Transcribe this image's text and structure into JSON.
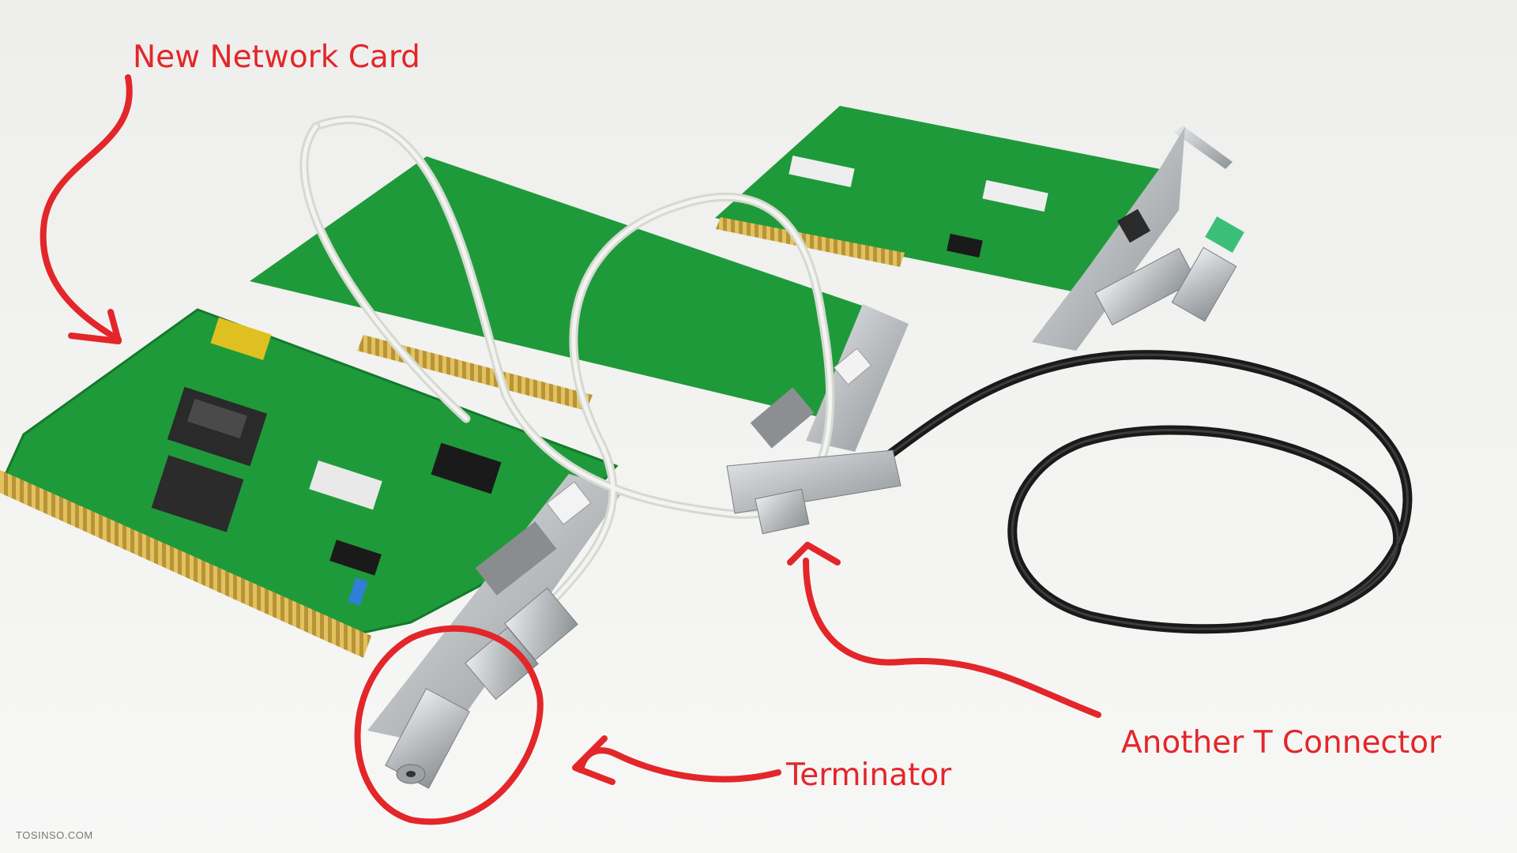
{
  "annotations": {
    "new_network_card": "New Network Card",
    "terminator": "Terminator",
    "another_t_connector": "Another T Connector"
  },
  "watermark": "TOSINSO.COM",
  "colors": {
    "annotation": "#e3262a",
    "pcb_green": "#1f9a3a",
    "pcb_green_dark": "#137a2b",
    "gold_contacts": "#c9a43e",
    "bracket_metal": "#c9ccce",
    "white_cable": "#e9ebe5",
    "black_cable": "#1a1a1a",
    "connector_metal": "#b8bcbf",
    "background": "#f2f2f0",
    "watermark": "#777777"
  }
}
